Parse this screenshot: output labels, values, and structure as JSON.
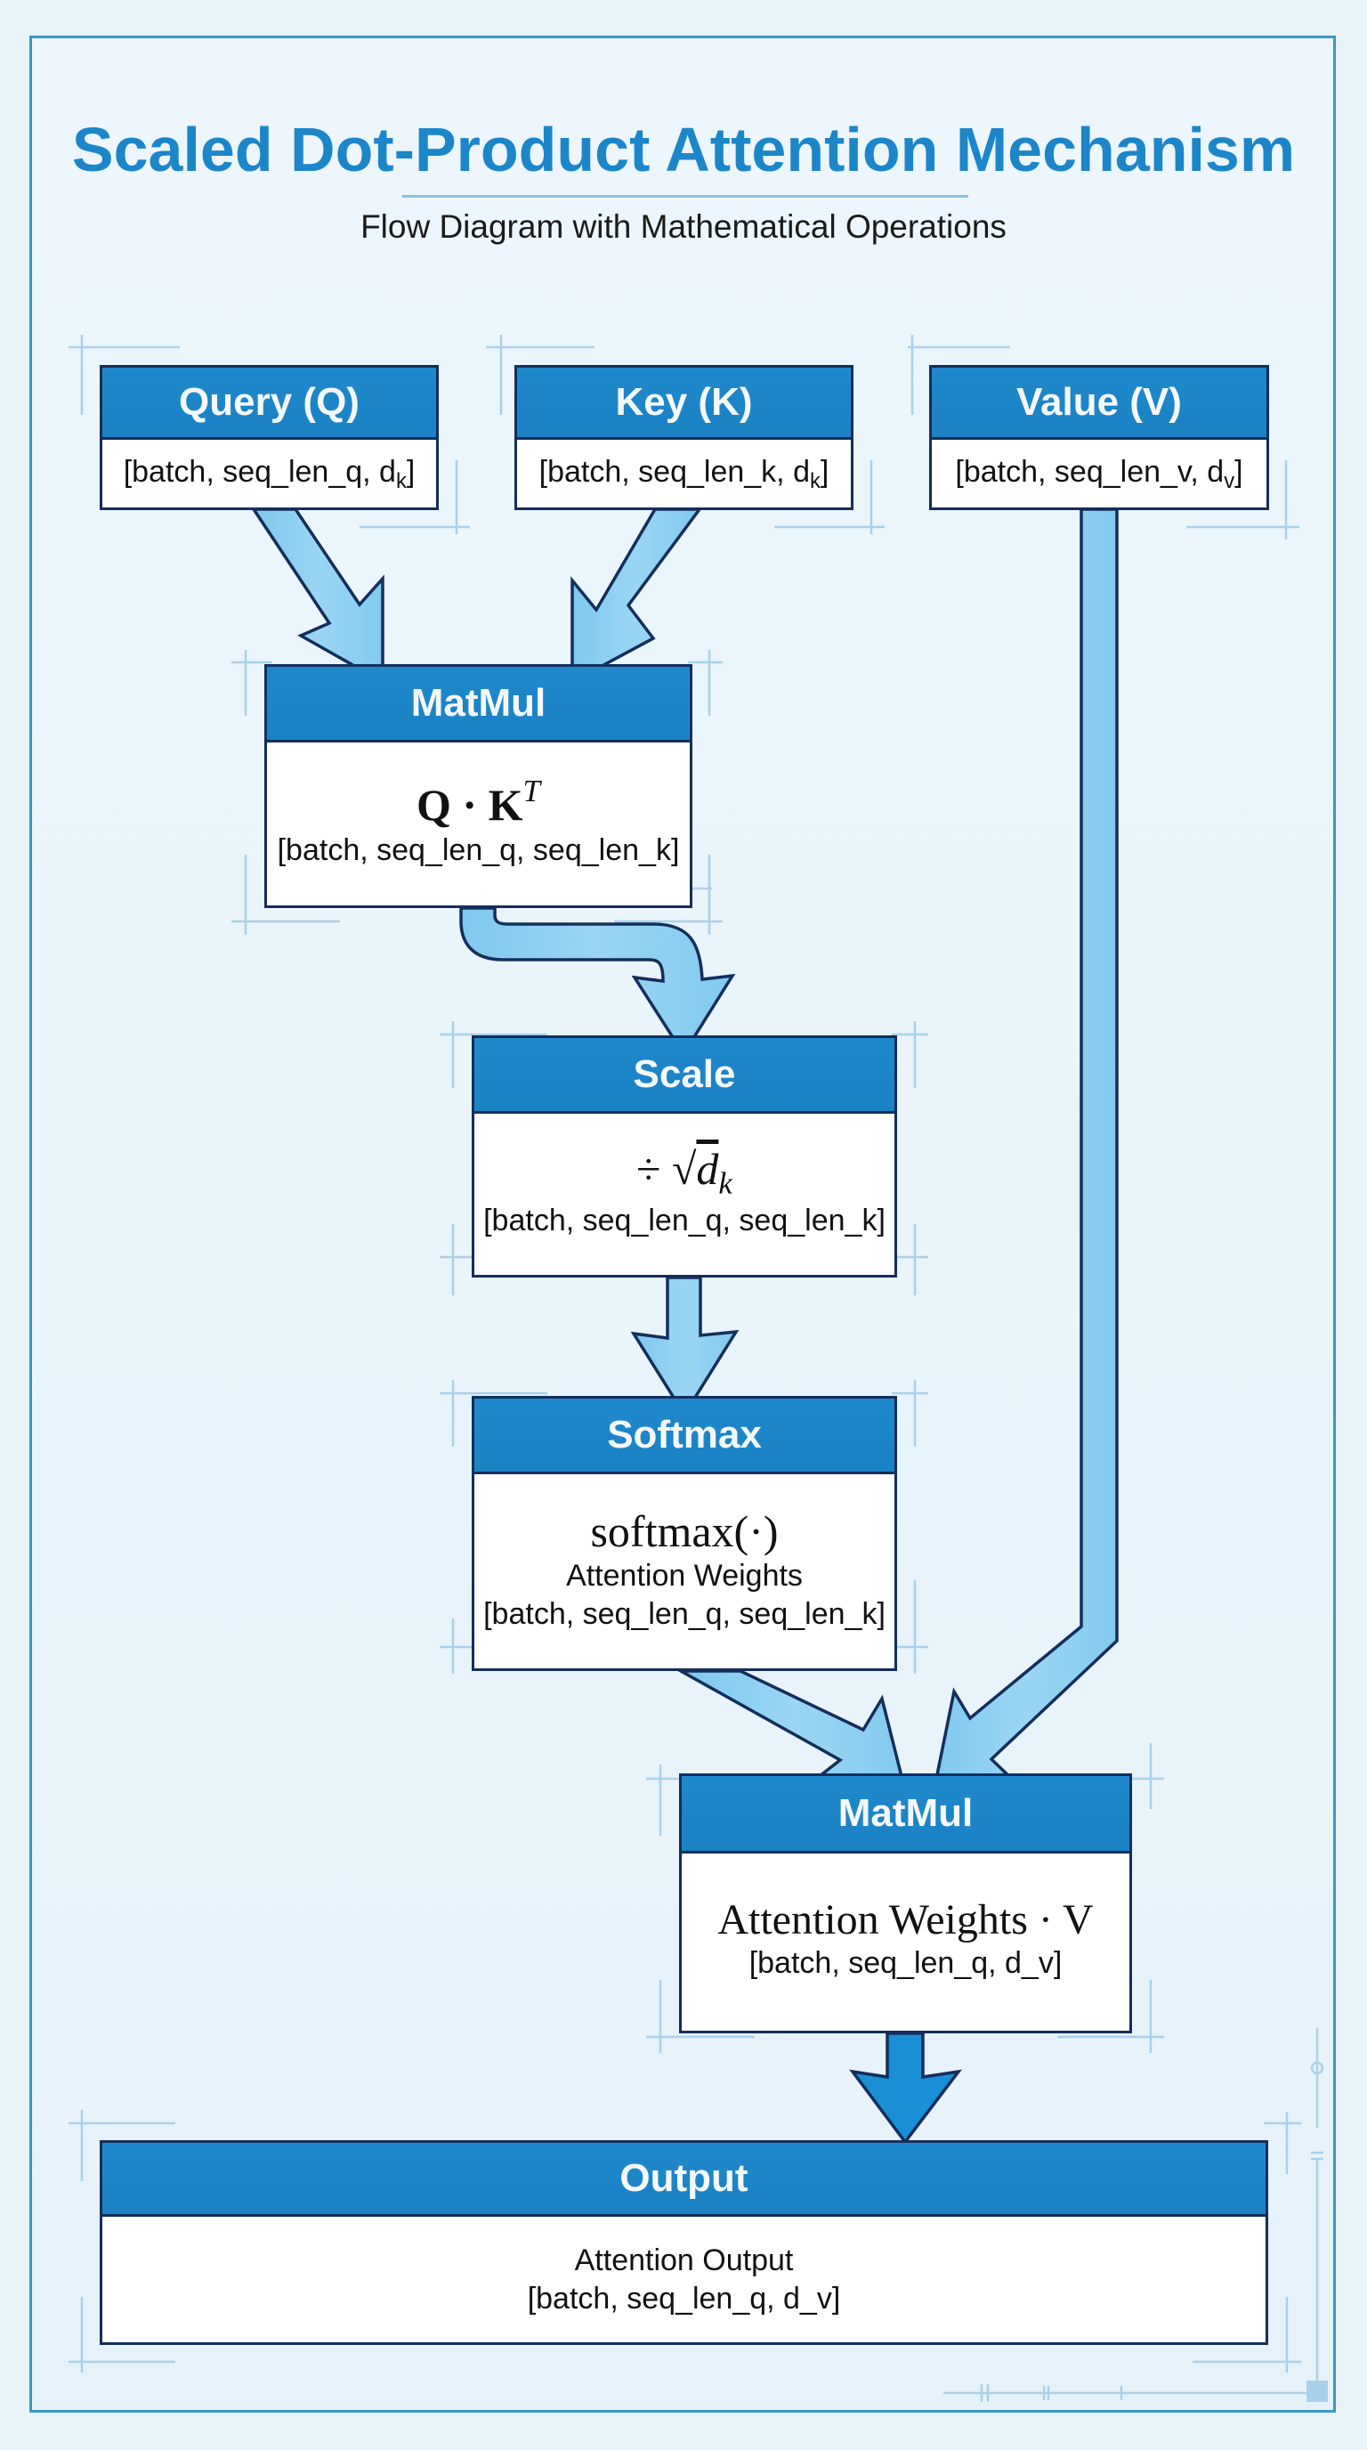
{
  "header": {
    "title": "Scaled Dot-Product Attention Mechanism",
    "subtitle": "Flow Diagram with Mathematical Operations"
  },
  "colors": {
    "title": "#1c86c9",
    "node_header": "#1f89cb",
    "node_border": "#142e5c",
    "arrow_fill": "#8fd0f0",
    "arrow_final": "#1a8fd6",
    "frame_border": "#3a98c6",
    "guide_lines": "#a9d2ea",
    "background": "#e8f3fa"
  },
  "nodes": {
    "query": {
      "title": "Query (Q)",
      "shape_prefix": "[batch, seq_len_q, d",
      "shape_sub": "k",
      "shape_suffix": "]"
    },
    "key": {
      "title": "Key (K)",
      "shape_prefix": "[batch, seq_len_k, d",
      "shape_sub": "k",
      "shape_suffix": "]"
    },
    "value": {
      "title": "Value (V)",
      "shape_prefix": "[batch, seq_len_v, d",
      "shape_sub": "v",
      "shape_suffix": "]"
    },
    "matmul1": {
      "title": "MatMul",
      "formula_base": "Q · K",
      "formula_sup": "T",
      "shape": "[batch, seq_len_q, seq_len_k]"
    },
    "scale": {
      "title": "Scale",
      "formula_op": "÷ √",
      "formula_var": "d",
      "formula_sub": "k",
      "shape": "[batch, seq_len_q, seq_len_k]"
    },
    "softmax": {
      "title": "Softmax",
      "formula": "softmax(·)",
      "description": "Attention Weights",
      "shape": "[batch, seq_len_q, seq_len_k]"
    },
    "matmul2": {
      "title": "MatMul",
      "formula": "Attention Weights · V",
      "shape": "[batch, seq_len_q, d_v]"
    },
    "output": {
      "title": "Output",
      "description": "Attention Output",
      "shape": "[batch, seq_len_q, d_v]"
    }
  },
  "edges": [
    {
      "from": "query",
      "to": "matmul1"
    },
    {
      "from": "key",
      "to": "matmul1"
    },
    {
      "from": "matmul1",
      "to": "scale"
    },
    {
      "from": "scale",
      "to": "softmax"
    },
    {
      "from": "softmax",
      "to": "matmul2"
    },
    {
      "from": "value",
      "to": "matmul2"
    },
    {
      "from": "matmul2",
      "to": "output"
    }
  ]
}
